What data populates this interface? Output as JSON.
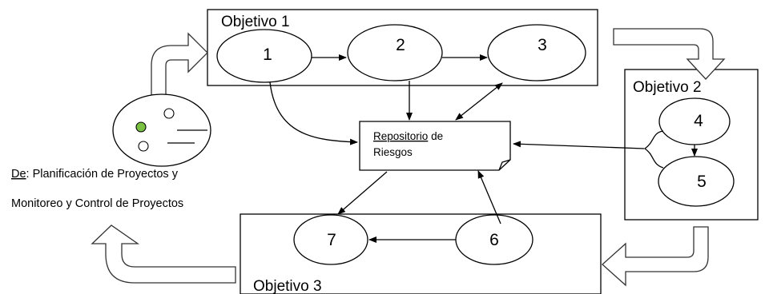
{
  "objectives": {
    "obj1": "Objetivo 1",
    "obj2": "Objetivo 2",
    "obj3": "Objetivo 3"
  },
  "nodes": {
    "n1": "1",
    "n2": "2",
    "n3": "3",
    "n4": "4",
    "n5": "5",
    "n6": "6",
    "n7": "7"
  },
  "repository": {
    "line1_word1": "Repositorio",
    "line1_word2": "de",
    "line2": "Riesgos"
  },
  "source": {
    "prefix": "De",
    "rest": ": Planificación de Proyectos y",
    "line2": "Monitoreo y Control de Proyectos"
  },
  "colors": {
    "stroke": "#000000",
    "dot_green": "#7ac143",
    "spellcheck_underline": "#dd2233"
  }
}
